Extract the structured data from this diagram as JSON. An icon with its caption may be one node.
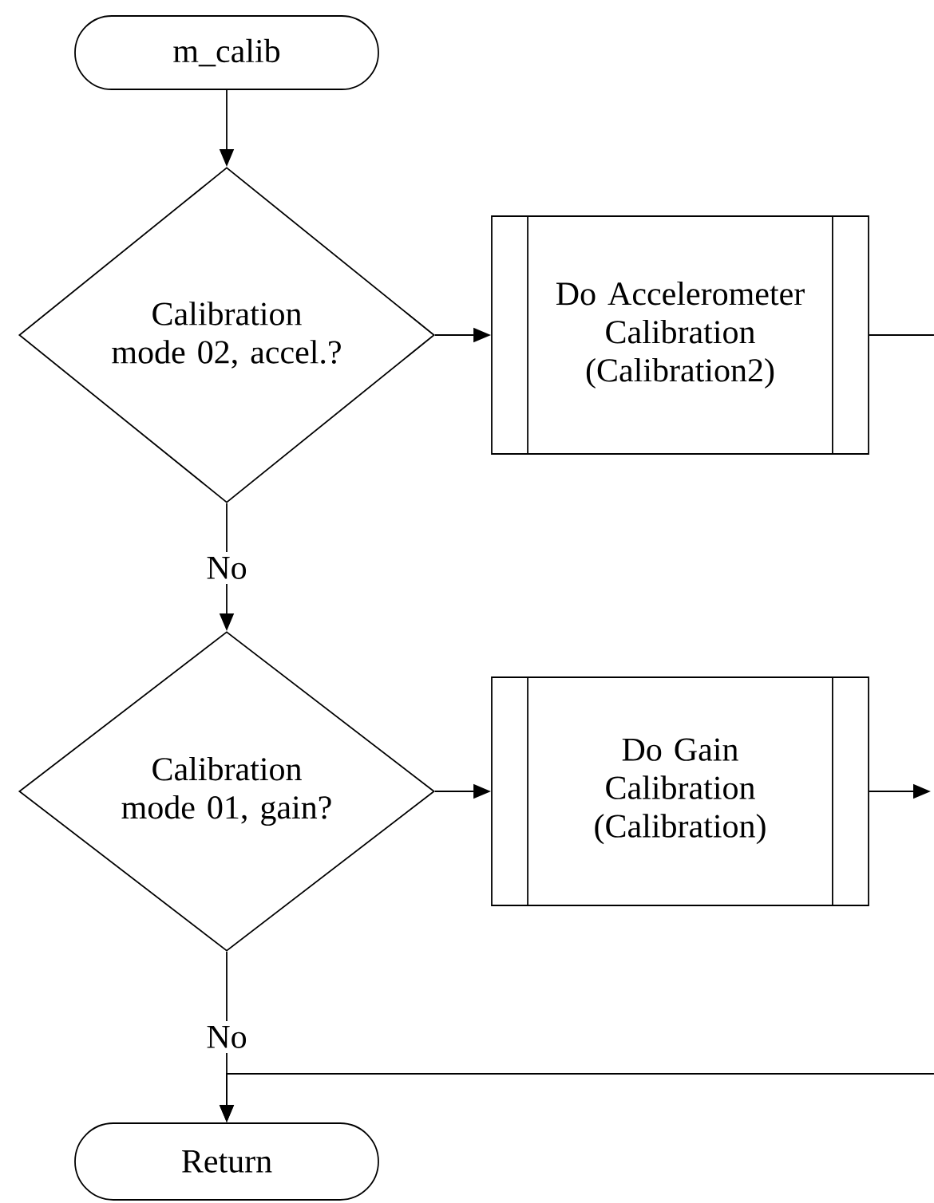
{
  "diagram": {
    "nodes": [
      {
        "text": [
          "m_calib"
        ]
      },
      {
        "text": [
          "Calibration mode 02, accel.?"
        ]
      },
      {
        "text": [
          "Do Accelerometer Calibration (Calibration2)"
        ]
      },
      {
        "text": [
          "Calibration mode 01, gain?"
        ]
      },
      {
        "text": [
          "Do Gain Calibration (Calibration)"
        ]
      },
      {
        "text": [
          "Return"
        ]
      }
    ],
    "edges": [
      {
        "from": 0,
        "to": 1,
        "arrow": "to"
      },
      {
        "from": 1,
        "to": 2,
        "arrow": "to"
      },
      {
        "from": 1,
        "to": 3,
        "arrow": "to",
        "label": "No"
      },
      {
        "from": 2,
        "to": null,
        "arrow": "none"
      },
      {
        "from": 3,
        "to": 4,
        "arrow": "to"
      },
      {
        "from": 4,
        "to": null,
        "arrow": "to"
      },
      {
        "from": 3,
        "to": 5,
        "arrow": "to",
        "label": "No"
      },
      {
        "from": null,
        "to": 5,
        "arrow": "to"
      }
    ]
  }
}
